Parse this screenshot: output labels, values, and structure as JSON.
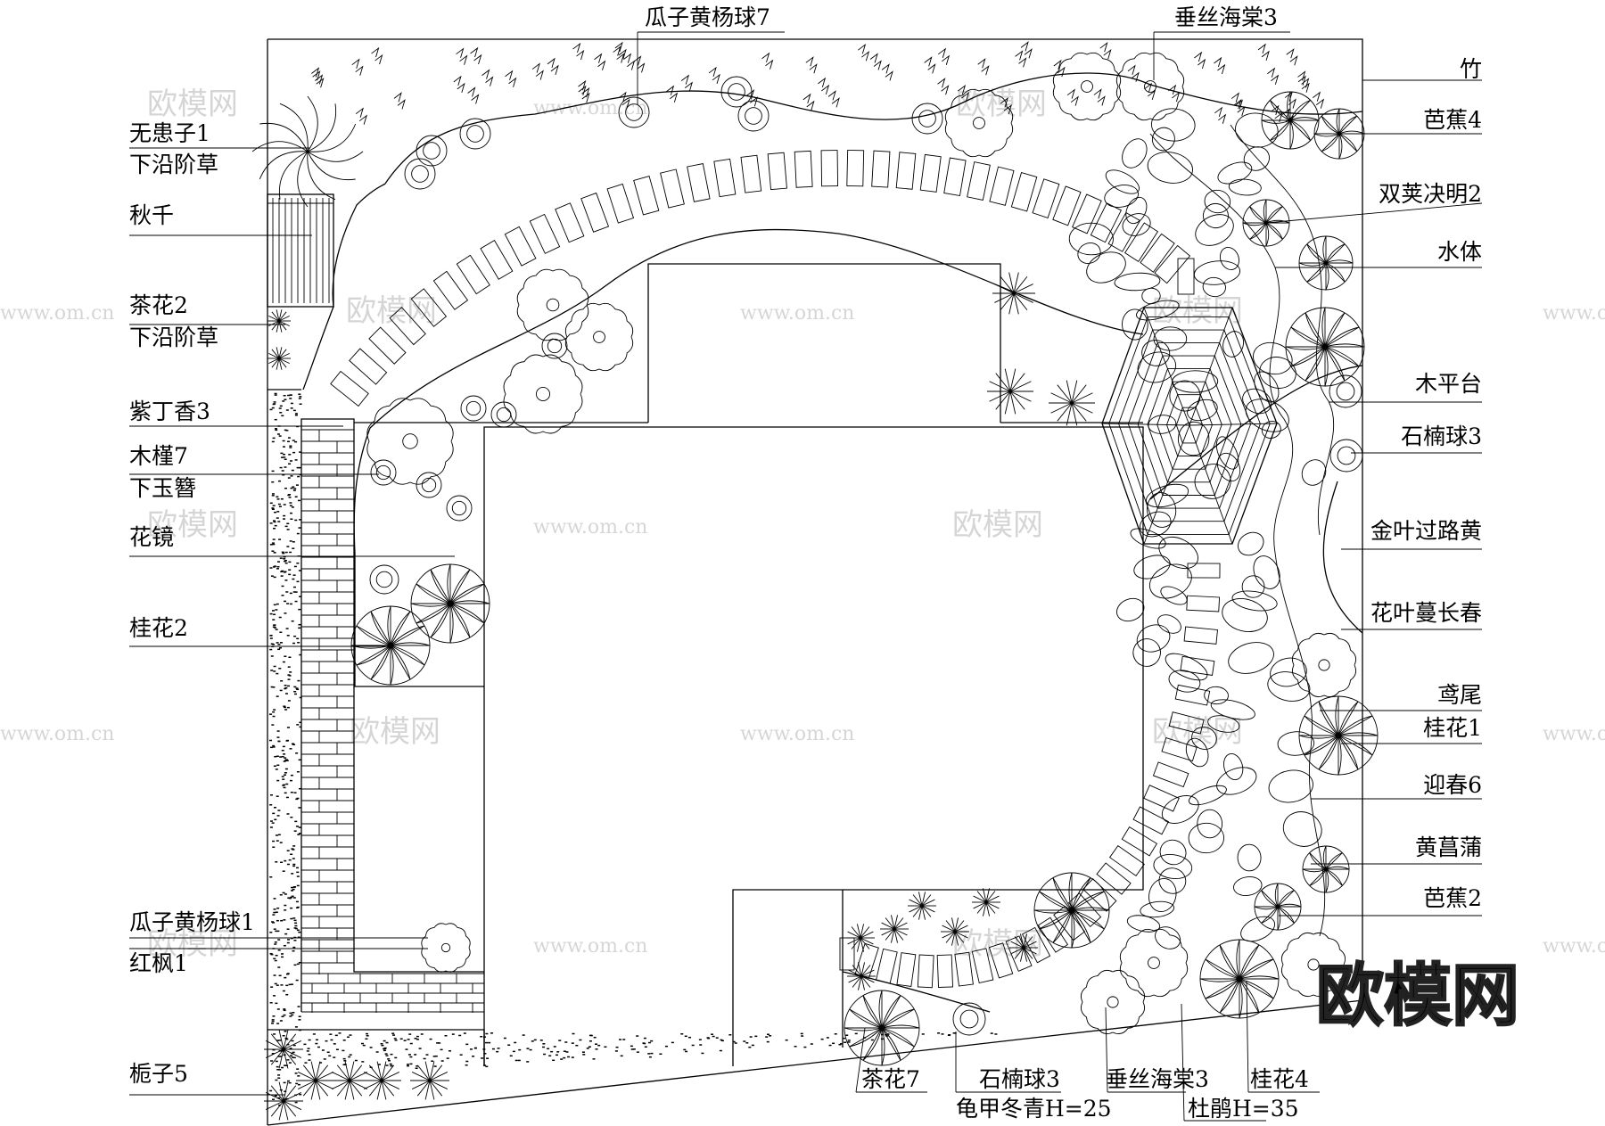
{
  "labels_left": [
    {
      "key": "wuhuanzi",
      "text": "无患子1"
    },
    {
      "key": "xiayanjiecao1",
      "text": "下沿阶草"
    },
    {
      "key": "qiuqian",
      "text": "秋千"
    },
    {
      "key": "chahua2",
      "text": "茶花2"
    },
    {
      "key": "xiayanjiecao2",
      "text": "下沿阶草"
    },
    {
      "key": "zidingxiang",
      "text": "紫丁香3"
    },
    {
      "key": "mujin",
      "text": "木槿7"
    },
    {
      "key": "xiayuzan",
      "text": "下玉簪"
    },
    {
      "key": "huajing",
      "text": "花镜"
    },
    {
      "key": "guihua2",
      "text": "桂花2"
    },
    {
      "key": "guazi1",
      "text": "瓜子黄杨球1"
    },
    {
      "key": "hongfeng",
      "text": "红枫1"
    },
    {
      "key": "zhizi",
      "text": "栀子5"
    }
  ],
  "labels_top": [
    {
      "key": "guazi7",
      "text": "瓜子黄杨球7"
    },
    {
      "key": "chuisi_top",
      "text": "垂丝海棠3"
    }
  ],
  "labels_right": [
    {
      "key": "zhu",
      "text": "竹"
    },
    {
      "key": "bajiao4",
      "text": "芭蕉4"
    },
    {
      "key": "shuangjia",
      "text": "双荚决明2"
    },
    {
      "key": "shuiti",
      "text": "水体"
    },
    {
      "key": "mupingtai",
      "text": "木平台"
    },
    {
      "key": "shinan_r",
      "text": "石楠球3"
    },
    {
      "key": "jinye",
      "text": "金叶过路黄"
    },
    {
      "key": "huaye",
      "text": "花叶蔓长春"
    },
    {
      "key": "yuanwei",
      "text": "鸢尾"
    },
    {
      "key": "guihua1",
      "text": "桂花1"
    },
    {
      "key": "yingchun",
      "text": "迎春6"
    },
    {
      "key": "huangchangpu",
      "text": "黄菖蒲"
    },
    {
      "key": "bajiao2",
      "text": "芭蕉2"
    }
  ],
  "labels_bottom": [
    {
      "key": "chahua7",
      "text": "茶花7"
    },
    {
      "key": "shinan_b",
      "text": "石楠球3"
    },
    {
      "key": "guijia",
      "text": "龟甲冬青H=25"
    },
    {
      "key": "chuisi_bottom",
      "text": "垂丝海棠3"
    },
    {
      "key": "dujuan",
      "text": "杜鹃H=35"
    },
    {
      "key": "guihua4",
      "text": "桂花4"
    }
  ],
  "watermark": {
    "brand": "欧模网",
    "url": "www.om.cn"
  }
}
